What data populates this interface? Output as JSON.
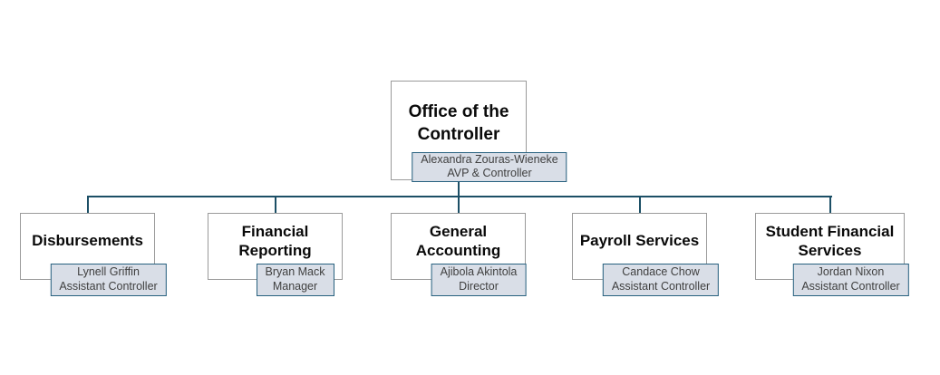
{
  "org_chart": {
    "root": {
      "department": "Office of the Controller",
      "person": "Alexandra Zouras-Wieneke",
      "title": "AVP & Controller"
    },
    "departments": [
      {
        "department": "Disbursements",
        "person": "Lynell Griffin",
        "title": "Assistant Controller"
      },
      {
        "department": "Financial Reporting",
        "person": "Bryan Mack",
        "title": "Manager"
      },
      {
        "department": "General Accounting",
        "person": "Ajibola Akintola",
        "title": "Director"
      },
      {
        "department": "Payroll Services",
        "person": "Candace Chow",
        "title": "Assistant Controller"
      },
      {
        "department": "Student Financial Services",
        "person": "Jordan Nixon",
        "title": "Assistant Controller"
      }
    ]
  },
  "colors": {
    "background": "#FFFFFF",
    "connector": "#1C4F66",
    "box_border": "#9A9A9A",
    "box_fill": "#FFFFFF",
    "badge_fill": "#D9DEE7",
    "badge_border": "#27617F",
    "heading_text": "#0A0A0A",
    "badge_text": "#3F3F3F"
  }
}
